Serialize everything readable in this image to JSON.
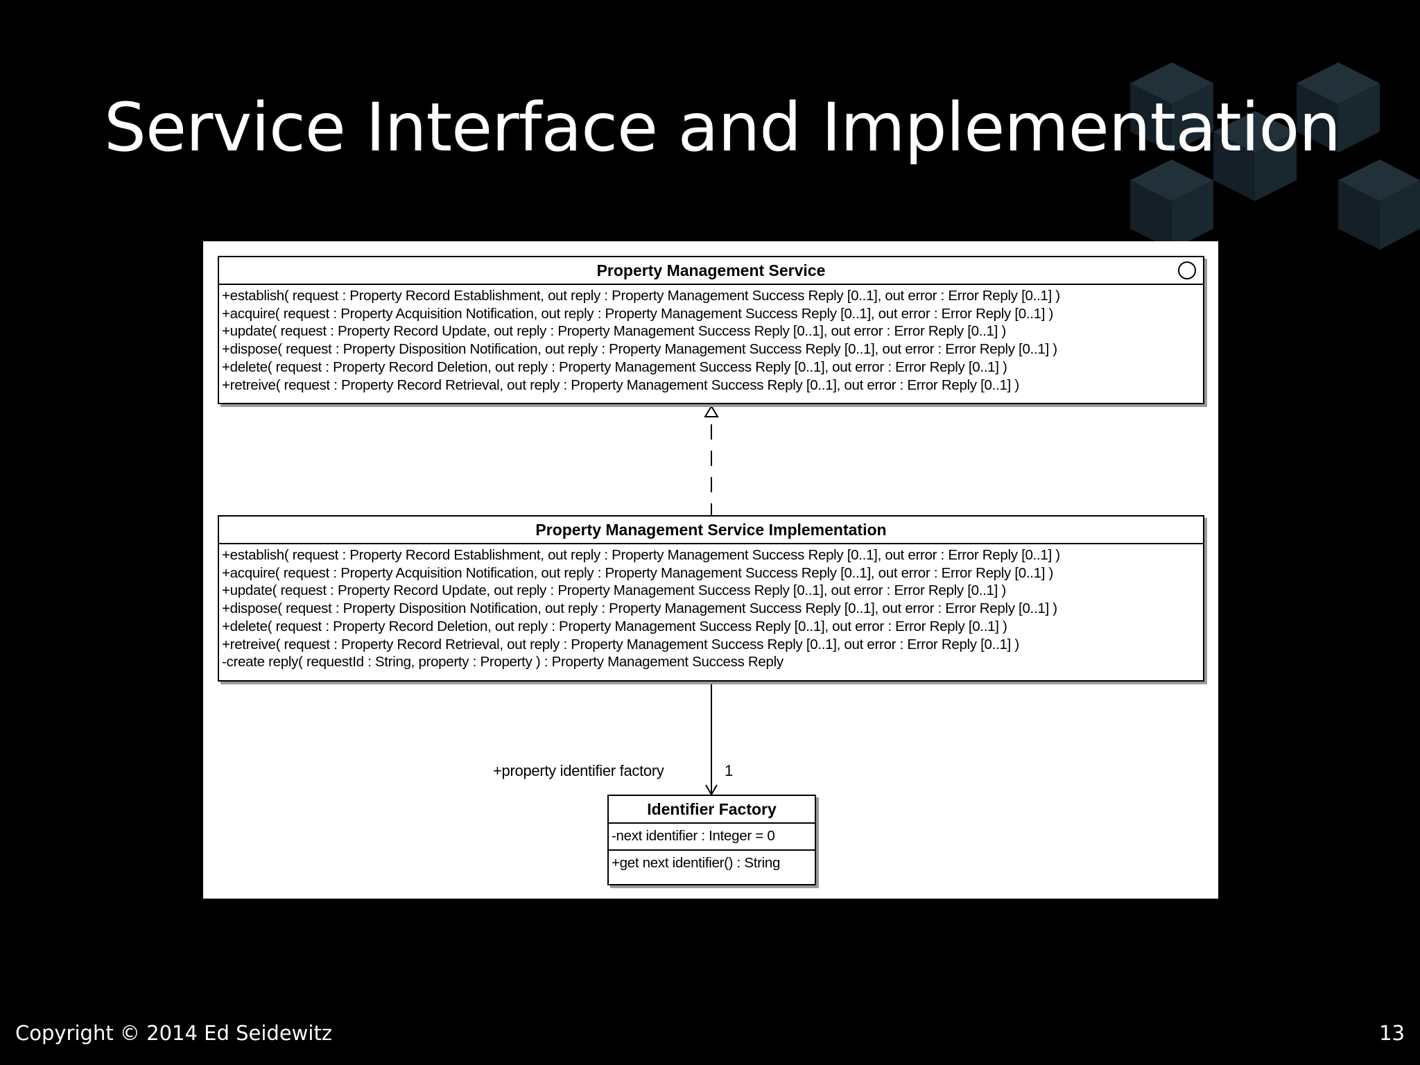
{
  "slide": {
    "title": "Service Interface and Implementation",
    "footer_copyright": "Copyright © 2014 Ed Seidewitz",
    "page_number": "13"
  },
  "diagram": {
    "interface": {
      "name": "Property Management Service",
      "operations": [
        "+establish( request : Property Record Establishment, out reply : Property Management Success Reply [0..1], out error : Error Reply [0..1] )",
        "+acquire( request : Property Acquisition Notification, out reply : Property Management Success Reply [0..1], out error : Error Reply [0..1] )",
        "+update( request : Property Record Update, out reply : Property Management Success Reply [0..1], out error : Error Reply [0..1] )",
        "+dispose( request : Property Disposition Notification, out reply : Property Management Success Reply [0..1], out error : Error Reply [0..1] )",
        "+delete( request : Property Record Deletion, out reply : Property Management Success Reply [0..1], out error : Error Reply [0..1] )",
        "+retreive( request : Property Record Retrieval, out reply : Property Management Success Reply [0..1], out error : Error Reply [0..1] )"
      ]
    },
    "implementation": {
      "name": "Property Management Service Implementation",
      "operations": [
        "+establish( request : Property Record Establishment, out reply : Property Management Success Reply [0..1], out error : Error Reply [0..1] )",
        "+acquire( request : Property Acquisition Notification, out reply : Property Management Success Reply [0..1], out error : Error Reply [0..1] )",
        "+update( request : Property Record Update, out reply : Property Management Success Reply [0..1], out error : Error Reply [0..1] )",
        "+dispose( request : Property Disposition Notification, out reply : Property Management Success Reply [0..1], out error : Error Reply [0..1] )",
        "+delete( request : Property Record Deletion, out reply : Property Management Success Reply [0..1], out error : Error Reply [0..1] )",
        "+retreive( request : Property Record Retrieval, out reply : Property Management Success Reply [0..1], out error : Error Reply [0..1] )",
        "-create reply( requestId : String, property : Property ) : Property Management Success Reply"
      ]
    },
    "association": {
      "role_name": "+property identifier factory",
      "multiplicity": "1"
    },
    "factory": {
      "name": "Identifier Factory",
      "attributes": [
        "-next identifier : Integer = 0"
      ],
      "operations": [
        "+get next identifier() : String"
      ]
    }
  }
}
